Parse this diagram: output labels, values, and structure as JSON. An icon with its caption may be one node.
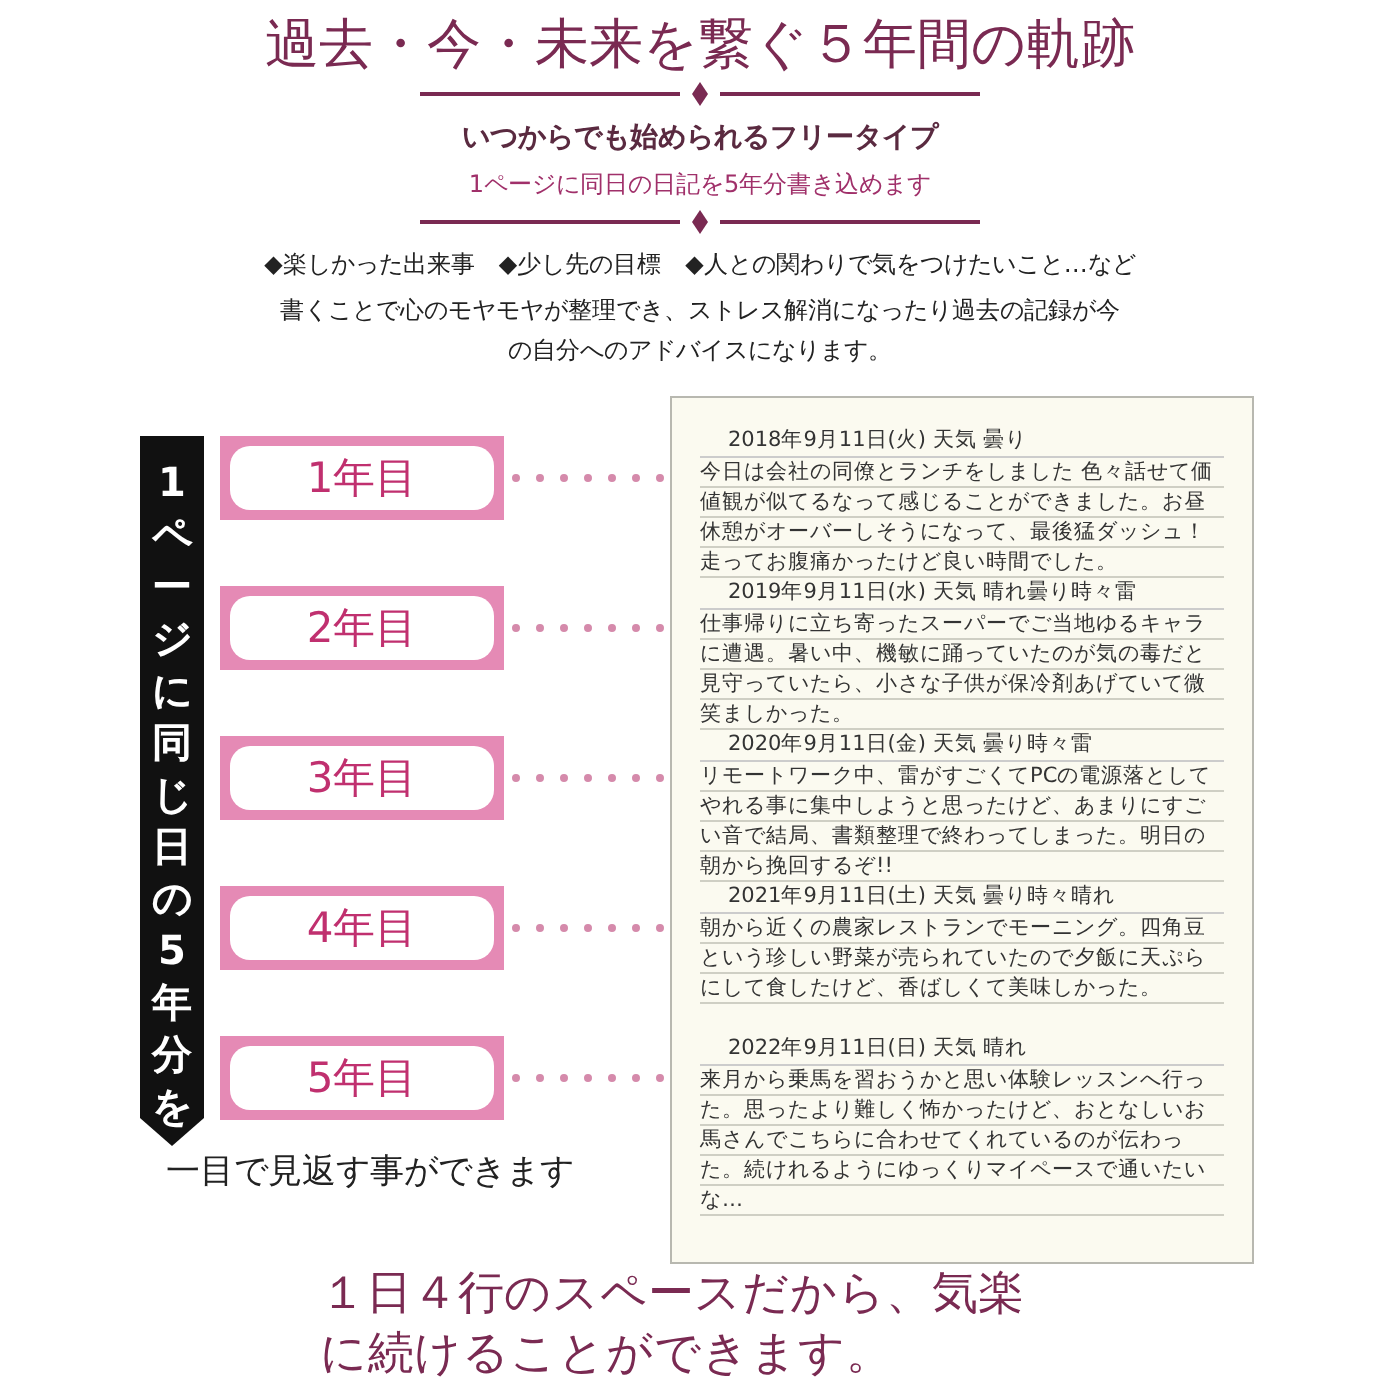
{
  "diagram": {
    "title": "過去・今・未来を繋ぐ５年間の軌跡",
    "caption": "１日４行のスペースだから、気楽に続けることができます。",
    "nodes": [
      {
        "text": [
          "1ページに同じ日の5年分を"
        ]
      },
      {
        "text": [
          "1年目"
        ]
      },
      {
        "text": [
          "2年目"
        ]
      },
      {
        "text": [
          "3年目"
        ]
      },
      {
        "text": [
          "4年目"
        ]
      },
      {
        "text": [
          "5年目"
        ]
      },
      {
        "text": [],
        "shape": "box"
      },
      {
        "text": [
          "2018年9月11日(火) 天気 曇り",
          "今日は会社の同僚とランチをしました 色々話せて価値観が似てるなって感じることができました。お昼休憩がオーバーしそうになって、最後猛ダッシュ！走ってお腹痛かったけど良い時間でした。"
        ],
        "in": 6
      },
      {
        "text": [
          "2019年9月11日(水) 天気 晴れ曇り時々雷",
          "仕事帰りに立ち寄ったスーパーでご当地ゆるキャラに遭遇。暑い中、機敏に踊っていたのが気の毒だと見守っていたら、小さな子供が保冷剤あげていて微笑ましかった。"
        ],
        "in": 6
      },
      {
        "text": [
          "2020年9月11日(金) 天気 曇り時々雷",
          "リモートワーク中、雷がすごくてPCの電源落としてやれる事に集中しようと思ったけど、あまりにすごい音で結局、書類整理で終わってしまった。明日の朝から挽回するぞ!!"
        ],
        "in": 6
      },
      {
        "text": [
          "2021年9月11日(土) 天気 曇り時々晴れ",
          "朝から近くの農家レストランでモーニング。四角豆という珍しい野菜が売られていたので夕飯に天ぷらにして食したけど、香ばしくて美味しかった。"
        ],
        "in": 6
      },
      {
        "text": [
          "2022年9月11日(日) 天気 晴れ",
          "来月から乗馬を習おうかと思い体験レッスンへ行った。思ったより難しく怖かったけど、おとなしいお馬さんでこちらに合わせてくれているのが伝わった。続けれるようにゆっくりマイペースで通いたいな…"
        ],
        "in": 6
      }
    ],
    "edges": [
      {
        "from": 1,
        "to": 7,
        "arrow": "none"
      },
      {
        "from": 2,
        "to": 8,
        "arrow": "none"
      },
      {
        "from": 3,
        "to": 9,
        "arrow": "none"
      },
      {
        "from": 4,
        "to": 10,
        "arrow": "none"
      },
      {
        "from": 5,
        "to": 11,
        "arrow": "none"
      }
    ],
    "labels": [
      "いつからでも始められるフリータイプ",
      "1ページに同日の日記を5年分書き込めます",
      "◆楽しかった出来事　◆少し先の目標　◆人との関わりで気をつけたいこと…など",
      "書くことで心のモヤモヤが整理でき、ストレス解消になったり過去の記録が今の自分へのアドバイスになります。",
      "一目で見返す事ができます"
    ]
  }
}
